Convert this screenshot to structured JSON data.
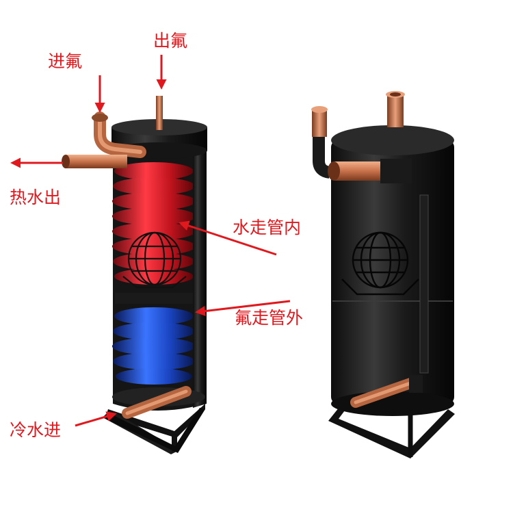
{
  "labels": {
    "fluorine_in": "进氟",
    "fluorine_out": "出氟",
    "hot_water_out": "热水出",
    "water_inside_tube": "水走管内",
    "fluorine_outside_tube": "氟走管外",
    "cold_water_in": "冷水进"
  },
  "colors": {
    "label": "#e0191f",
    "arrow": "#e0191f",
    "tank_body": "#1c1c1c",
    "copper": "#c8714a",
    "hot_coil": "#d21f2b",
    "cold_coil": "#1f55c8"
  },
  "icons": {
    "cutaway_tank": "cutaway-heat-exchanger-illustration",
    "closed_tank": "closed-heat-exchanger-illustration",
    "globe_emblem": "globe-logo-emblem"
  }
}
